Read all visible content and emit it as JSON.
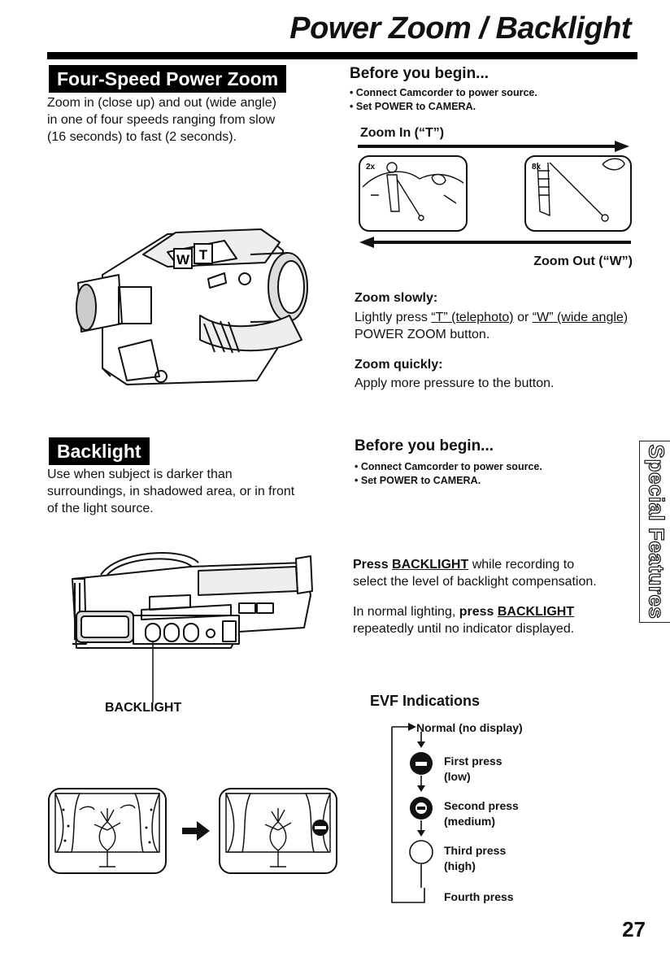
{
  "header": {
    "title": "Power Zoom / Backlight"
  },
  "zoom_section": {
    "banner": "Four-Speed Power Zoom",
    "intro_lines": [
      "Zoom in (close up) and out (wide angle)",
      "in one of four speeds ranging from slow",
      "(16 seconds) to fast (2 seconds)."
    ],
    "camcorder_labels": {
      "w": "W",
      "t": "T"
    },
    "before_heading": "Before you begin...",
    "bullets": [
      "Connect Camcorder to power source.",
      "Set POWER to CAMERA."
    ],
    "zoom_in_label": "Zoom In (“T”)",
    "zoom_out_label": "Zoom Out (“W”)",
    "frame_left_badge": "2x",
    "frame_right_badge": "8x",
    "zoom_slowly_heading": "Zoom slowly:",
    "zoom_slowly_pre": "Lightly press ",
    "zoom_slowly_t": "“T” (telephoto)",
    "zoom_slowly_or": " or ",
    "zoom_slowly_w": "“W” (wide angle)",
    "zoom_slowly_post": " POWER ZOOM button.",
    "zoom_quickly_heading": "Zoom quickly:",
    "zoom_quickly_text": "Apply more pressure to the button."
  },
  "backlight_section": {
    "banner": "Backlight",
    "intro_lines": [
      "Use when subject is darker than",
      "surroundings, in shadowed area, or in front",
      "of the light source."
    ],
    "before_heading": "Before you begin...",
    "bullets": [
      "Connect Camcorder to power source.",
      "Set POWER to CAMERA."
    ],
    "p1_press": "Press ",
    "p1_key": "BACKLIGHT",
    "p1_rest_line1": " while recording to",
    "p1_line2": "select the level of backlight compensation.",
    "p2_pre": "In normal lighting, ",
    "p2_press": "press ",
    "p2_key": "BACKLIGHT",
    "p2_line2": "repeatedly until no indicator displayed.",
    "callout_label": "BACKLIGHT",
    "evf_heading": "EVF Indications",
    "evf_items": [
      {
        "line1": "Normal (no display)",
        "line2": ""
      },
      {
        "line1": "First press",
        "line2": "(low)"
      },
      {
        "line1": "Second press",
        "line2": "(medium)"
      },
      {
        "line1": "Third press",
        "line2": "(high)"
      },
      {
        "line1": "Fourth press",
        "line2": ""
      }
    ]
  },
  "side_tab": {
    "label": "Special Features"
  },
  "page_number": "27"
}
